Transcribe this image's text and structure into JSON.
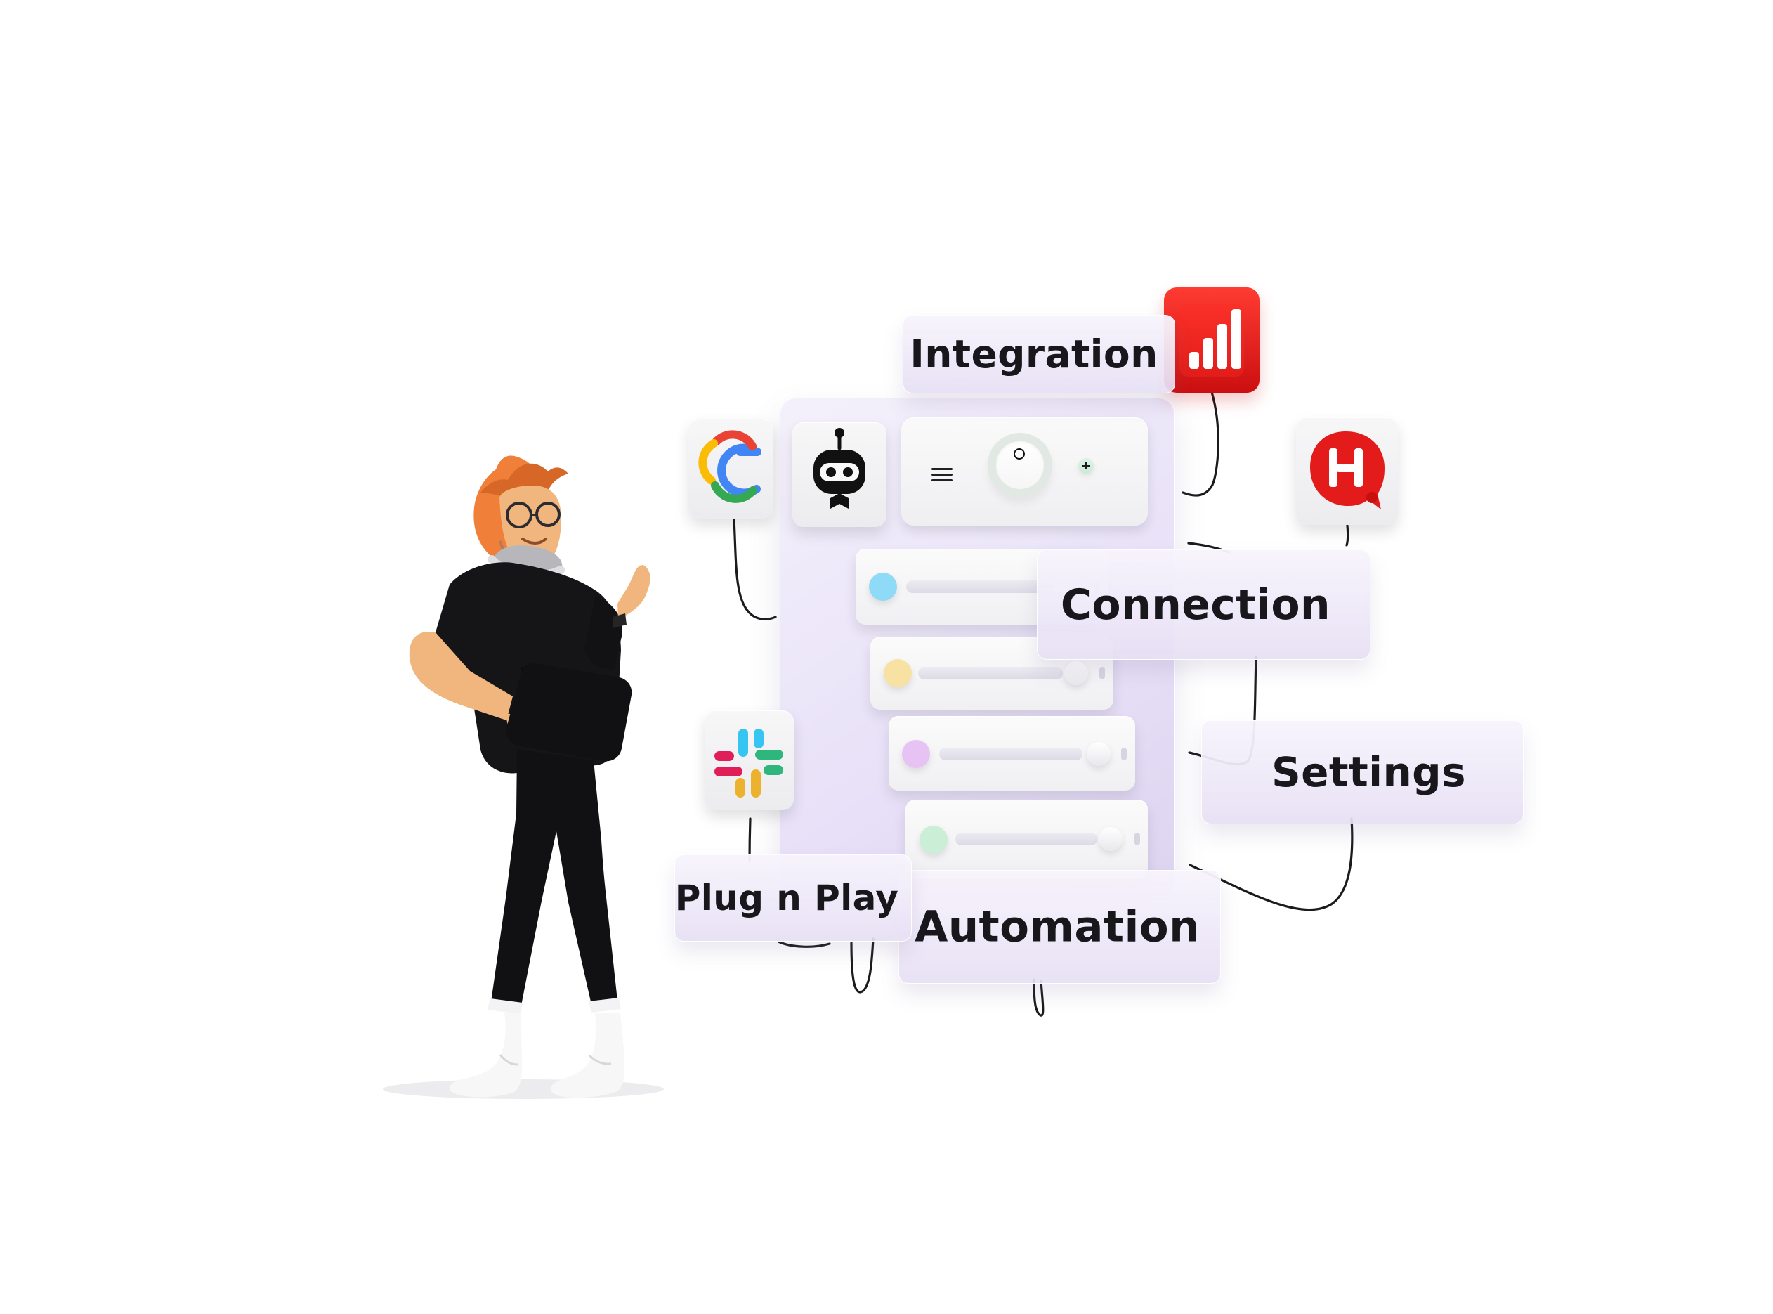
{
  "labels": {
    "integration": "Integration",
    "connection": "Connection",
    "settings": "Settings",
    "automation": "Automation",
    "plug_n_play": "Plug n Play"
  },
  "icons": {
    "google": "google-icon",
    "robot": "robot-icon",
    "analytics": "analytics-icon",
    "help": "help-icon",
    "slack": "slack-icon",
    "list": "list-icon",
    "power": "power-icon",
    "plus": "plus-icon"
  },
  "colors": {
    "panel": "#e7e0f7",
    "accent_red": "#e61b1b",
    "google_blue": "#4285F4",
    "google_red": "#EA4335",
    "google_yellow": "#FBBC05",
    "google_green": "#34A853",
    "row_blue": "#8fdaf6",
    "row_yellow": "#f8e2a3",
    "row_purple": "#e7c3f3",
    "row_green": "#caefd6"
  }
}
